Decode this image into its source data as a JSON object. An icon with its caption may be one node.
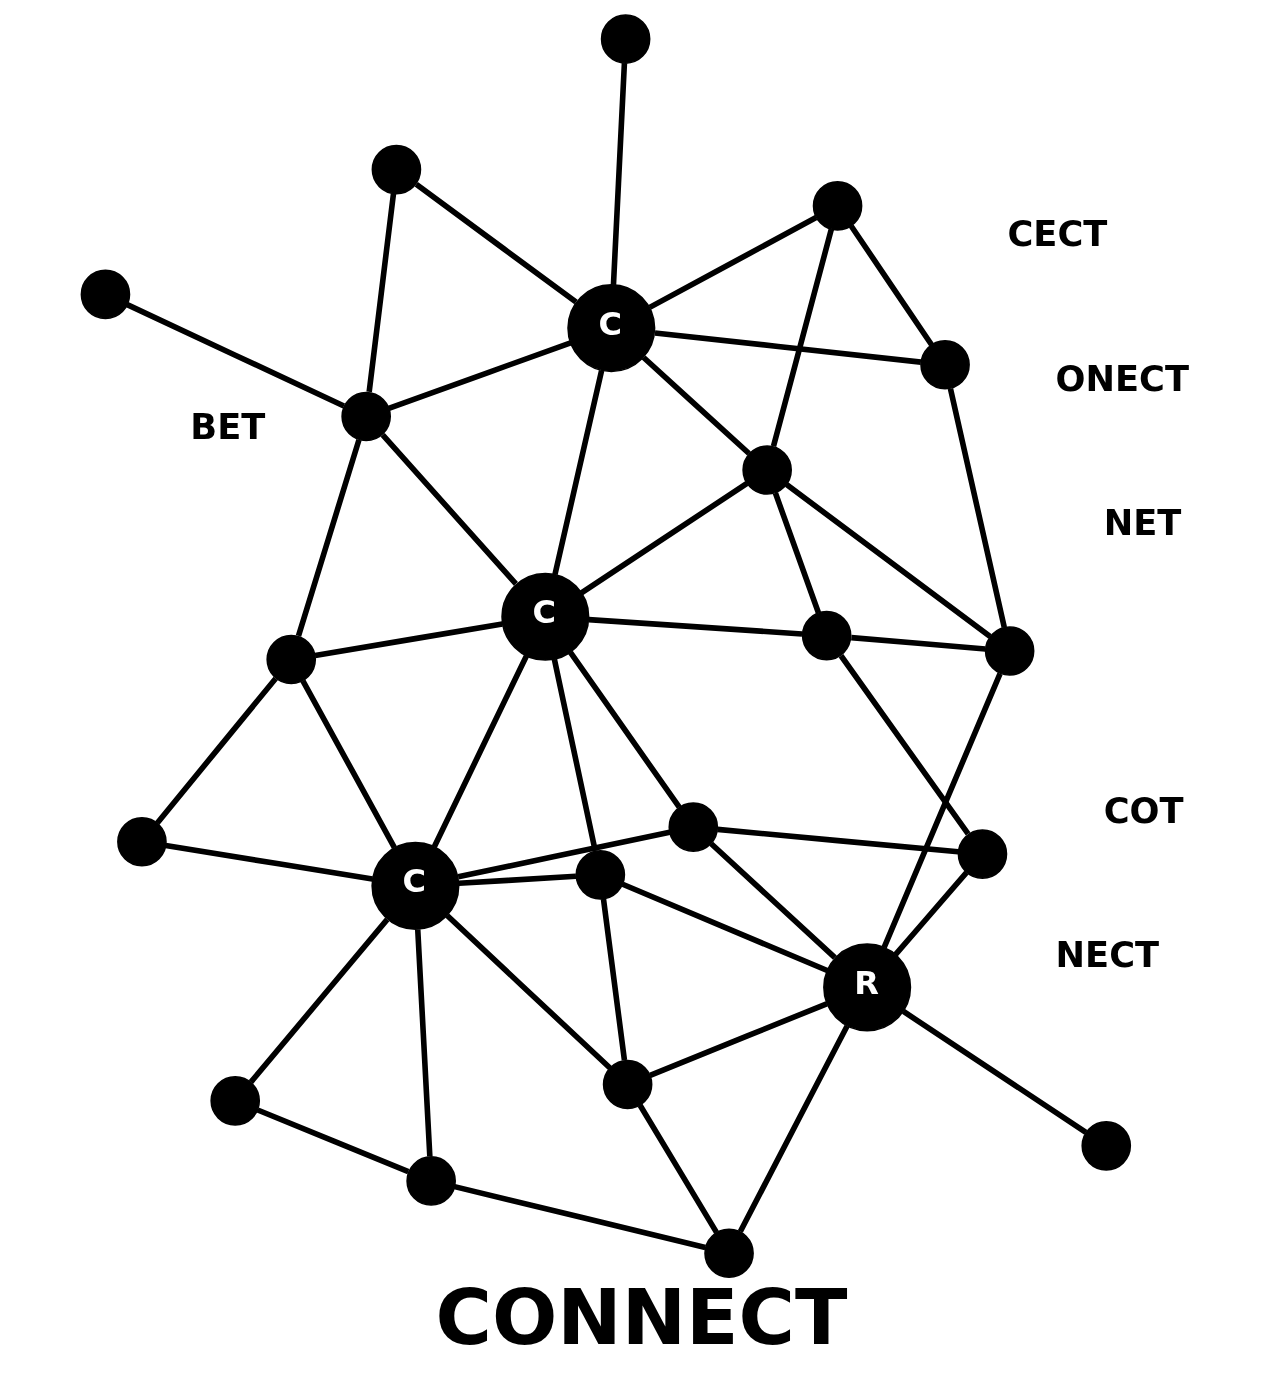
{
  "diagram": {
    "title": "CONNECT",
    "nodes": [
      {
        "text": [],
        "shape": "circle"
      },
      {
        "text": [],
        "shape": "circle"
      },
      {
        "text": [],
        "shape": "circle"
      },
      {
        "text": [],
        "shape": "circle"
      },
      {
        "text": [],
        "shape": "circle"
      },
      {
        "text": [],
        "shape": "circle"
      },
      {
        "text": [],
        "shape": "circle"
      },
      {
        "text": [
          "C"
        ]
      },
      {
        "text": [],
        "shape": "circle"
      },
      {
        "text": [
          "C"
        ]
      },
      {
        "text": [
          "C"
        ]
      },
      {
        "text": [],
        "shape": "circle"
      },
      {
        "text": [],
        "shape": "circle"
      },
      {
        "text": [],
        "shape": "circle"
      },
      {
        "text": [],
        "shape": "circle"
      },
      {
        "text": [],
        "shape": "circle"
      },
      {
        "text": [],
        "shape": "circle"
      },
      {
        "text": [],
        "shape": "circle"
      },
      {
        "text": [],
        "shape": "circle"
      },
      {
        "text": [],
        "shape": "circle"
      },
      {
        "text": [
          "R"
        ]
      },
      {
        "text": [],
        "shape": "circle"
      },
      {
        "text": [],
        "shape": "circle"
      }
    ],
    "edges": [
      {
        "from": 0,
        "to": 3,
        "arrow": "none"
      },
      {
        "from": 2,
        "to": 3,
        "arrow": "none"
      },
      {
        "from": 2,
        "to": 9,
        "arrow": "none"
      },
      {
        "from": 3,
        "to": 4,
        "arrow": "none"
      },
      {
        "from": 3,
        "to": 9,
        "arrow": "none"
      },
      {
        "from": 3,
        "to": 10,
        "arrow": "none"
      },
      {
        "from": 1,
        "to": 4,
        "arrow": "none"
      },
      {
        "from": 1,
        "to": 7,
        "arrow": "none"
      },
      {
        "from": 4,
        "to": 7,
        "arrow": "none"
      },
      {
        "from": 4,
        "to": 10,
        "arrow": "none"
      },
      {
        "from": 6,
        "to": 9,
        "arrow": "none"
      },
      {
        "from": 7,
        "to": 5,
        "arrow": "none"
      },
      {
        "from": 7,
        "to": 8,
        "arrow": "none"
      },
      {
        "from": 5,
        "to": 8,
        "arrow": "none"
      },
      {
        "from": 7,
        "to": 10,
        "arrow": "none"
      },
      {
        "from": 7,
        "to": 14,
        "arrow": "none"
      },
      {
        "from": 7,
        "to": 13,
        "arrow": "none"
      },
      {
        "from": 7,
        "to": 15,
        "arrow": "none"
      },
      {
        "from": 8,
        "to": 17,
        "arrow": "none"
      },
      {
        "from": 9,
        "to": 10,
        "arrow": "none"
      },
      {
        "from": 9,
        "to": 11,
        "arrow": "none"
      },
      {
        "from": 9,
        "to": 12,
        "arrow": "none"
      },
      {
        "from": 9,
        "to": 18,
        "arrow": "none"
      },
      {
        "from": 10,
        "to": 12,
        "arrow": "none"
      },
      {
        "from": 10,
        "to": 16,
        "arrow": "none"
      },
      {
        "from": 10,
        "to": 14,
        "arrow": "none"
      },
      {
        "from": 10,
        "to": 13,
        "arrow": "none"
      },
      {
        "from": 11,
        "to": 12,
        "arrow": "none"
      },
      {
        "from": 11,
        "to": 18,
        "arrow": "none"
      },
      {
        "from": 12,
        "to": 16,
        "arrow": "none"
      },
      {
        "from": 12,
        "to": 21,
        "arrow": "none"
      },
      {
        "from": 13,
        "to": 15,
        "arrow": "none"
      },
      {
        "from": 13,
        "to": 20,
        "arrow": "none"
      },
      {
        "from": 14,
        "to": 19,
        "arrow": "none"
      },
      {
        "from": 14,
        "to": 20,
        "arrow": "none"
      },
      {
        "from": 15,
        "to": 17,
        "arrow": "none"
      },
      {
        "from": 15,
        "to": 20,
        "arrow": "none"
      },
      {
        "from": 17,
        "to": 20,
        "arrow": "none"
      },
      {
        "from": 16,
        "to": 19,
        "arrow": "none"
      },
      {
        "from": 16,
        "to": 21,
        "arrow": "none"
      },
      {
        "from": 19,
        "to": 20,
        "arrow": "none"
      },
      {
        "from": 18,
        "to": 21,
        "arrow": "none"
      },
      {
        "from": 21,
        "to": 20,
        "arrow": "none"
      },
      {
        "from": 20,
        "to": 22,
        "arrow": "none"
      }
    ],
    "labels": [
      "BET",
      "COT",
      "CECT",
      "NET",
      "NECT",
      "ONECT"
    ]
  }
}
